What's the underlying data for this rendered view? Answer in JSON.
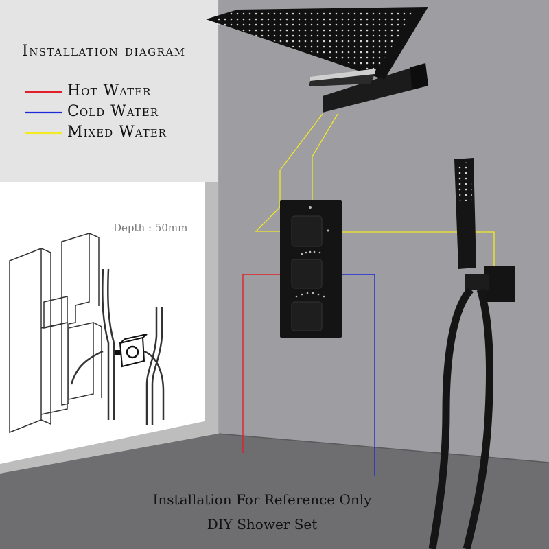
{
  "title": "Installation diagram",
  "legend": [
    {
      "label": "Hot Water",
      "color": "#e0202a"
    },
    {
      "label": "Cold Water",
      "color": "#1c2bd8"
    },
    {
      "label": "Mixed Water",
      "color": "#f2ea25"
    }
  ],
  "depth_label": "Depth : 50mm",
  "footer": {
    "line1": "Installation For Reference Only",
    "line2": "DIY Shower Set"
  },
  "colors": {
    "wall": "#9e9ea2",
    "floor": "#6e6e70",
    "panel": "#ffffff",
    "fixture": "#141414"
  },
  "icons": [
    "rain-shower-head-icon",
    "thermostatic-valve-icon",
    "hand-shower-icon",
    "rough-in-box-icon"
  ]
}
